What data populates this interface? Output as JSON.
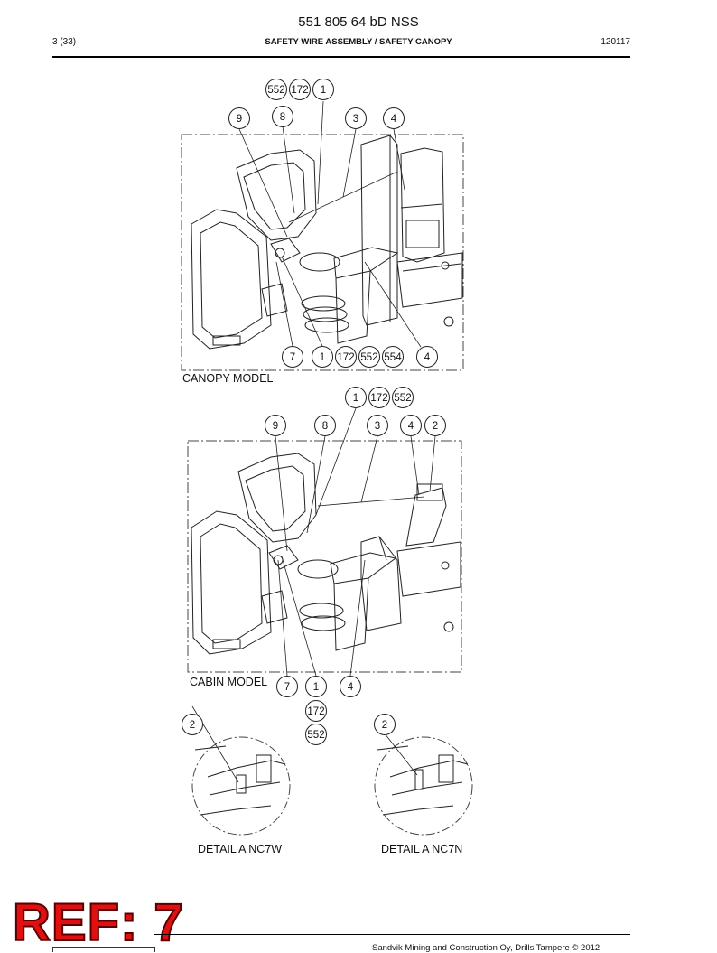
{
  "header": {
    "doc_number": "551 805 64 bD NSS",
    "page": "3 (33)",
    "title": "SAFETY WIRE ASSEMBLY / SAFETY CANOPY",
    "date": "120117"
  },
  "canopy": {
    "caption": "CANOPY MODEL",
    "top_callouts": [
      "552",
      "172",
      "1",
      "9",
      "8",
      "3",
      "4"
    ],
    "bottom_callouts": [
      "7",
      "1",
      "172",
      "552",
      "554",
      "4"
    ]
  },
  "cabin": {
    "caption": "CABIN MODEL",
    "top_callouts": [
      "1",
      "172",
      "552",
      "9",
      "8",
      "3",
      "4",
      "2"
    ],
    "bottom_callouts": [
      "7",
      "1",
      "4",
      "172",
      "552"
    ]
  },
  "details": [
    {
      "caption": "DETAIL A NC7W",
      "callout": "2"
    },
    {
      "caption": "DETAIL A NC7N",
      "callout": "2"
    }
  ],
  "ref_stamp": "REF: 7",
  "footer_text": "Sandvik Mining and Construction Oy, Drills Tampere © 2012"
}
